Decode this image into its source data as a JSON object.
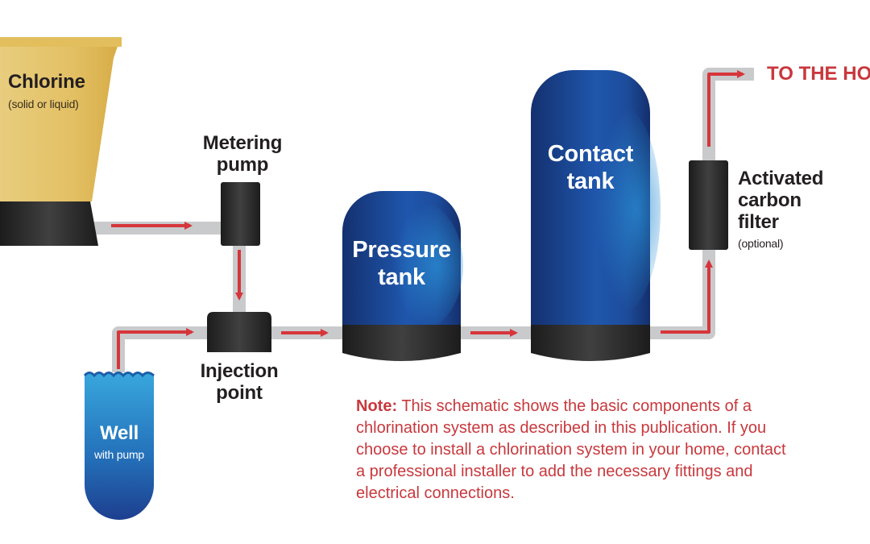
{
  "labels": {
    "chlorine": "Chlorine",
    "chlorine_sub": "(solid or liquid)",
    "metering_pump_line1": "Metering",
    "metering_pump_line2": "pump",
    "injection_point_line1": "Injection",
    "injection_point_line2": "point",
    "well": "Well",
    "well_sub": "with pump",
    "pressure_tank_line1": "Pressure",
    "pressure_tank_line2": "tank",
    "contact_tank_line1": "Contact",
    "contact_tank_line2": "tank",
    "carbon_filter_line1": "Activated",
    "carbon_filter_line2": "carbon",
    "carbon_filter_line3": "filter",
    "carbon_filter_sub": "(optional)",
    "destination": "TO THE HOME"
  },
  "note": {
    "prefix": "Note:",
    "text": "This schematic shows the basic components of a chlorination system as described in this publication. If you choose to install a chlorination system in your home, contact a professional installer to add the necessary fittings and electrical connections."
  },
  "colors": {
    "flow_arrow": "#d6363b",
    "pipe": "#c9cacc",
    "tank_blue": "#1a3f8f",
    "dark_component": "#2b2b2b",
    "chlorine_tan": "#e3c46f",
    "well_blue": "#2b7fc4",
    "note_text": "#c8383d"
  }
}
